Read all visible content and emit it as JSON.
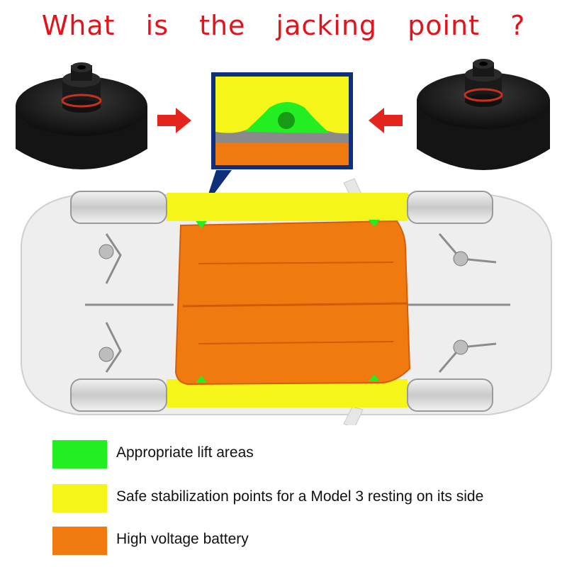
{
  "title": "What is the jacking point ?",
  "colors": {
    "title": "#e3131c",
    "lift_area": "#22ee22",
    "stabilization": "#f5f51a",
    "battery": "#f07a10",
    "arrow": "#e4251d"
  },
  "legend": [
    {
      "label": "Appropriate lift areas",
      "color": "#22ee22"
    },
    {
      "label": "Safe stabilization points for a Model 3 resting on its side",
      "color": "#f5f51a"
    },
    {
      "label": "High voltage battery",
      "color": "#f07a10"
    }
  ],
  "icons": [
    "jack-pad-left",
    "arrow-right",
    "jacking-point-closeup",
    "arrow-left",
    "jack-pad-right",
    "car-underbody"
  ]
}
